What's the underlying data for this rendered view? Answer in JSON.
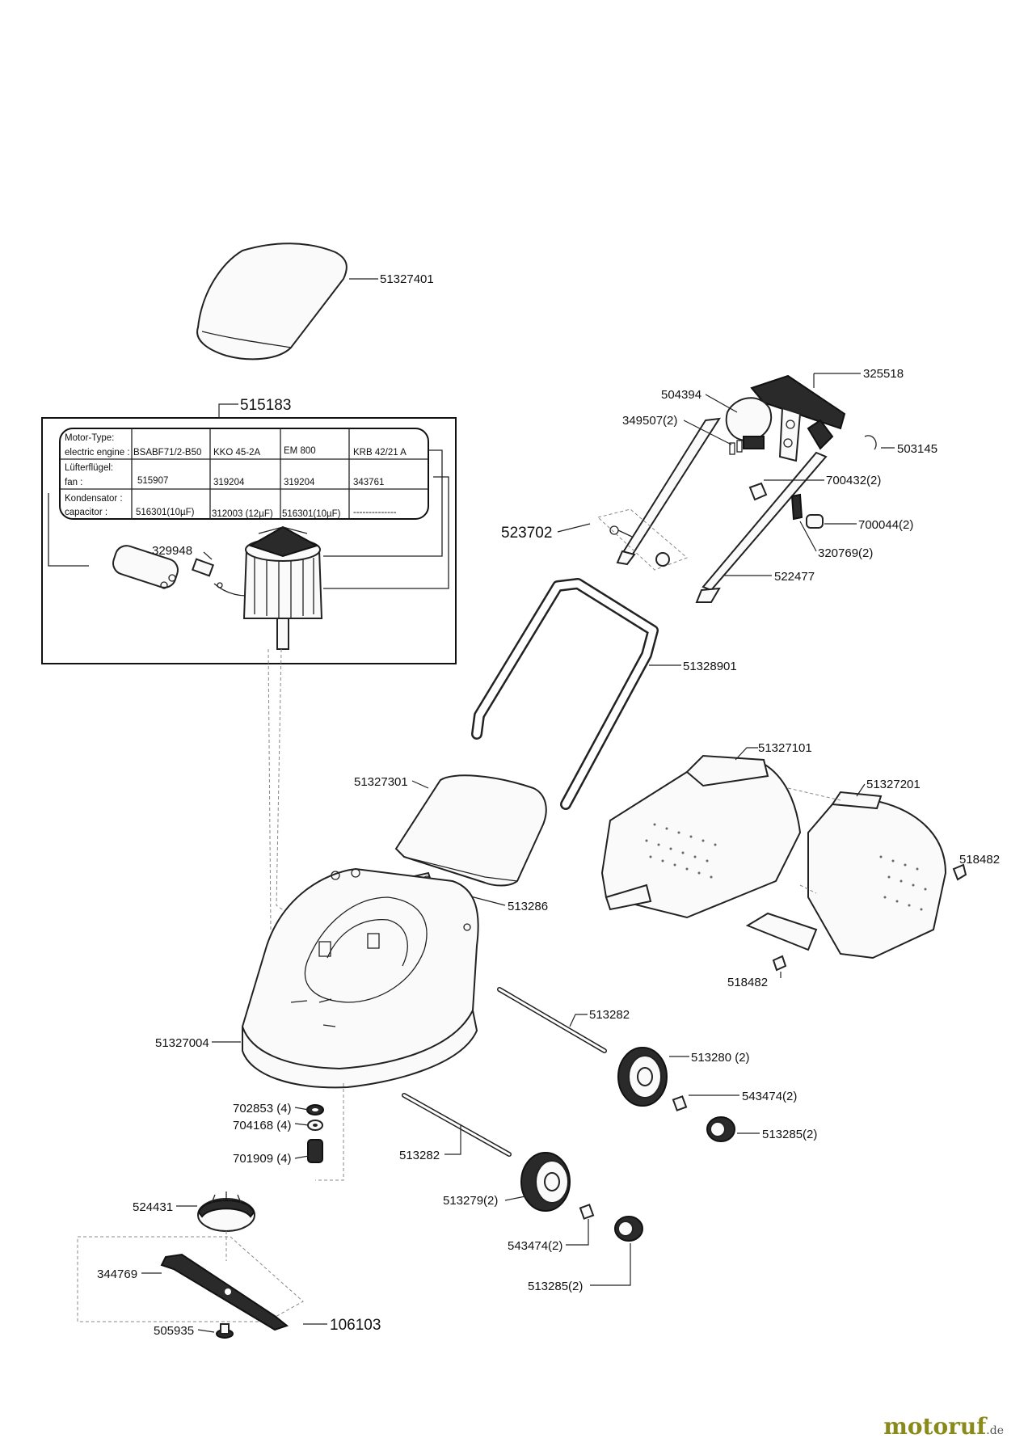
{
  "parts": {
    "p51327401": "51327401",
    "p515183": "515183",
    "p329948": "329948",
    "p325518": "325518",
    "p504394": "504394",
    "p349507": "349507(2)",
    "p503145": "503145",
    "p700432": "700432(2)",
    "p523702": "523702",
    "p700044": "700044(2)",
    "p320769": "320769(2)",
    "p522477": "522477",
    "p51328901": "51328901",
    "p51327101": "51327101",
    "p51327301": "51327301",
    "p51327201": "51327201",
    "p518482a": "518482",
    "p518482b": "518482",
    "p513286": "513286",
    "p51327004": "51327004",
    "p513282a": "513282",
    "p513280": "513280 (2)",
    "p543474a": "543474(2)",
    "p513285a": "513285(2)",
    "p702853": "702853 (4)",
    "p704168": "704168 (4)",
    "p701909": "701909 (4)",
    "p513282b": "513282",
    "p513279": "513279(2)",
    "p524431": "524431",
    "p543474b": "543474(2)",
    "p513285b": "513285(2)",
    "p344769": "344769",
    "p106103": "106103",
    "p505935": "505935"
  },
  "table": {
    "rows": [
      [
        "Motor-Type:",
        "",
        "",
        "",
        ""
      ],
      [
        "electric engine :",
        "BSABF71/2-B50",
        "KKO 45-2A",
        "EM 800",
        "KRB 42/21 A"
      ],
      [
        "Lüfterflügel:",
        "",
        "",
        "",
        ""
      ],
      [
        "fan :",
        "515907",
        "319204",
        "319204",
        "343761"
      ],
      [
        "Kondensator :",
        "",
        "",
        "",
        ""
      ],
      [
        "capacitor :",
        "516301(10µF)",
        "312003 (12µF)",
        "516301(10µF)",
        "--------------"
      ]
    ]
  },
  "brand": {
    "name": "motoruf",
    "suffix": ".de"
  }
}
